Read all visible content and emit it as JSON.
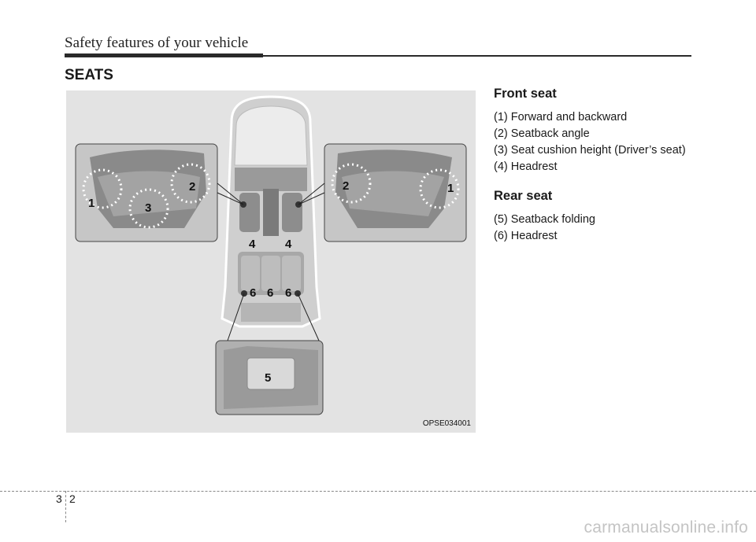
{
  "header": {
    "title": "Safety features of your vehicle"
  },
  "section": {
    "title": "SEATS"
  },
  "figure": {
    "code": "OPSE034001",
    "callouts": [
      "1",
      "2",
      "3",
      "4",
      "5",
      "6"
    ]
  },
  "front_seat": {
    "heading": "Front seat",
    "items": [
      "(1) Forward and backward",
      "(2) Seatback angle",
      "(3) Seat cushion height (Driver’s seat)",
      "(4) Headrest"
    ]
  },
  "rear_seat": {
    "heading": "Rear seat",
    "items": [
      "(5) Seatback folding",
      "(6) Headrest"
    ]
  },
  "footer": {
    "chapter": "3",
    "page": "2"
  },
  "watermark": {
    "text": "carmanualsonline.info"
  }
}
